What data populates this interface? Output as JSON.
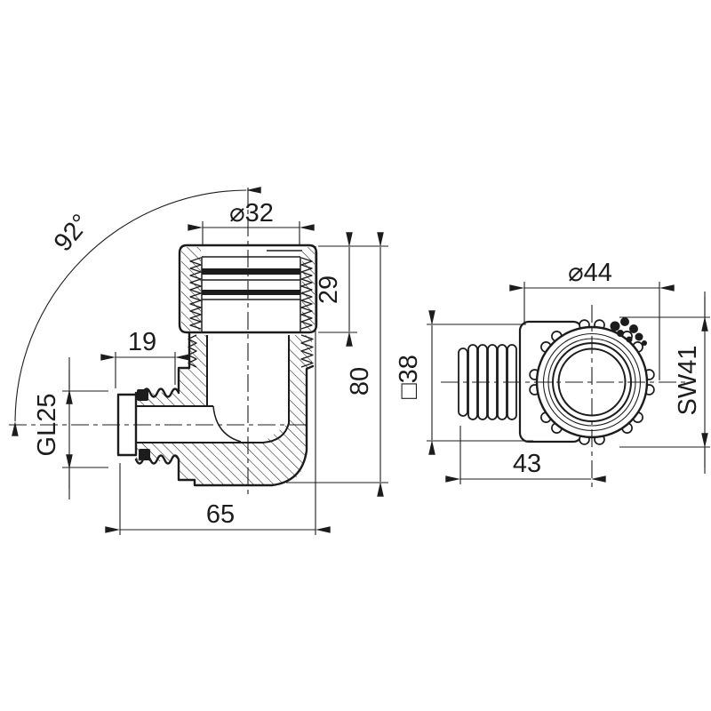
{
  "front_view": {
    "angle": "92°",
    "socket_diameter": "⌀32",
    "nut_height": "29",
    "overall_height": "80",
    "spout_length": "19",
    "thread_label": "GL25",
    "overall_width": "65"
  },
  "side_view": {
    "outer_diameter": "⌀44",
    "wrench_size": "SW41",
    "square_width": "□38",
    "length_to_center": "43"
  }
}
